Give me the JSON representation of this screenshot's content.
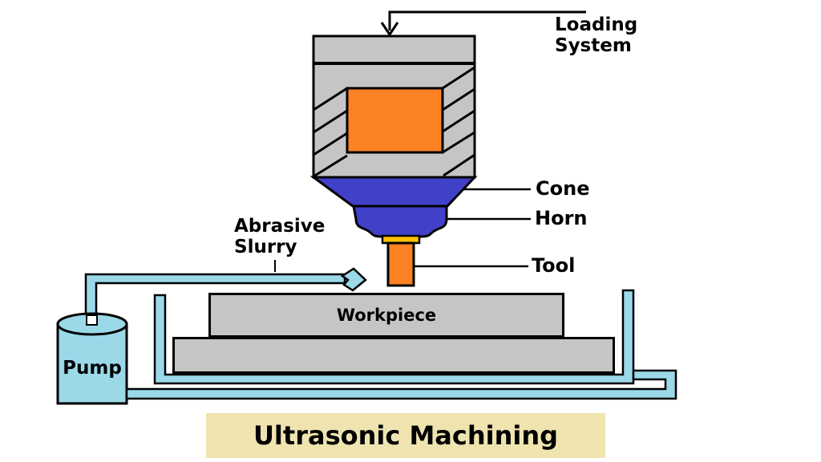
{
  "title": "Ultrasonic Machining",
  "labels": {
    "loading_system": "Loading\nSystem",
    "cone": "Cone",
    "horn": "Horn",
    "tool": "Tool",
    "abrasive_slurry": "Abrasive\nSlurry",
    "workpiece": "Workpiece",
    "pump": "Pump"
  },
  "colors": {
    "body-gray": "#C5C5C5",
    "machine-orange": "#FC8123",
    "cone-blue": "#4140C9",
    "connector-gold": "#FFC103",
    "slurry-blue": "#9BD9E9",
    "title-bg": "#EFE4B0",
    "outline": "#000000"
  }
}
